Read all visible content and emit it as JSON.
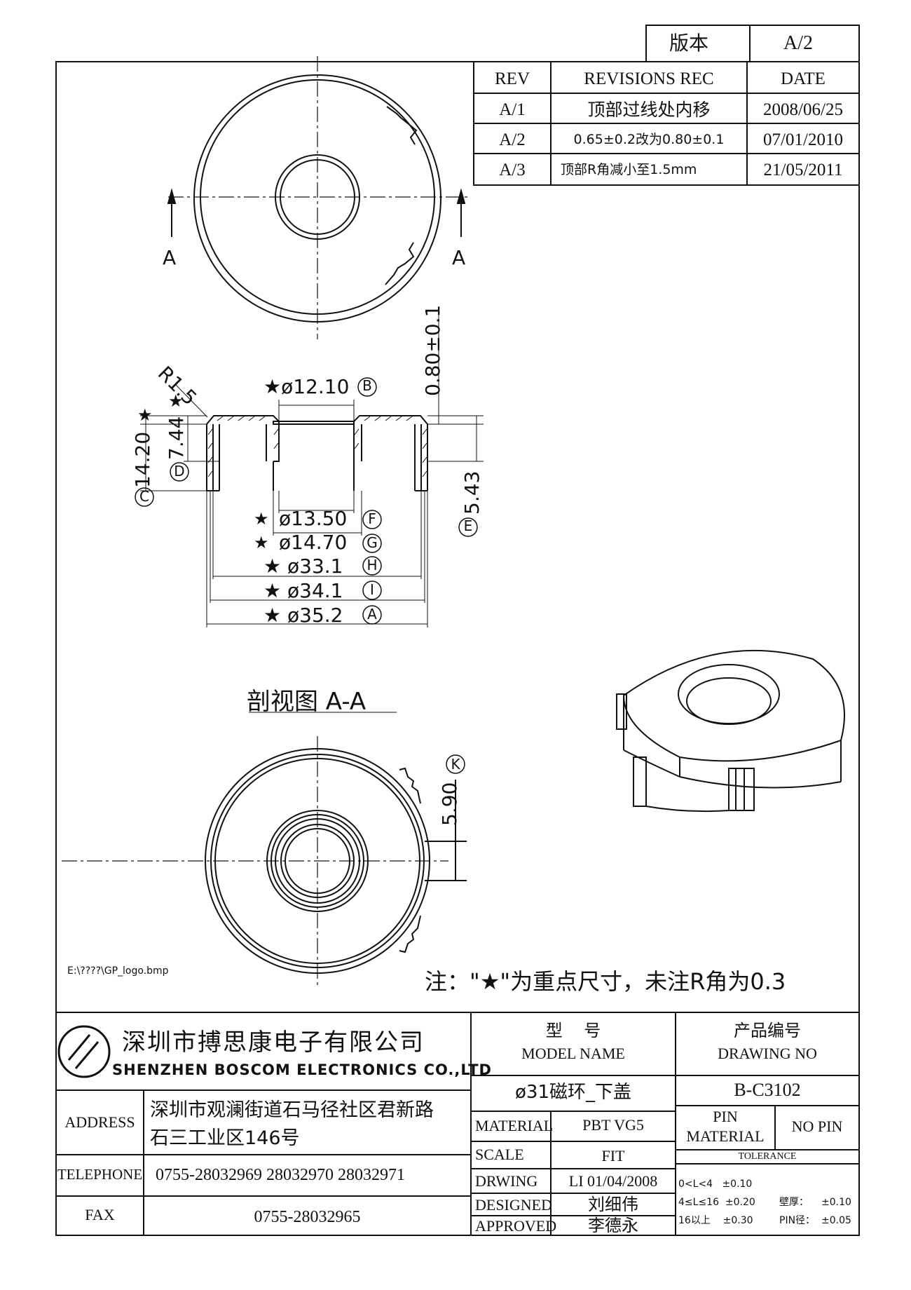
{
  "version_box": {
    "label": "版本",
    "value": "A/2"
  },
  "revisions": {
    "headers": [
      "REV",
      "REVISIONS REC",
      "DATE"
    ],
    "rows": [
      {
        "rev": "A/1",
        "rec": "顶部过线处内移",
        "date": "2008/06/25"
      },
      {
        "rev": "A/2",
        "rec": "0.65±0.2改为0.80±0.1",
        "date": "07/01/2010"
      },
      {
        "rev": "A/3",
        "rec": "顶部R角减小至1.5mm",
        "date": "21/05/2011"
      }
    ]
  },
  "top_view": {
    "section_mark_left": "A",
    "section_mark_right": "A"
  },
  "section_view": {
    "title": "剖视图 A-A",
    "dims": {
      "r15": "R1.5",
      "d1210": "★ø12.10",
      "d1210_tag": "B",
      "h080": "0.80±0.1",
      "h744": "7.44",
      "h744_tag": "D",
      "h1420": "14.20",
      "h1420_tag": "C",
      "h543": "5.43",
      "h543_tag": "E",
      "star": "★",
      "d1350": "ø13.50",
      "d1350_tag": "F",
      "d1470": "ø14.70",
      "d1470_tag": "G",
      "d331": "★ ø33.1",
      "d331_tag": "H",
      "d341": "★ ø34.1",
      "d341_tag": "I",
      "d352": "★ ø35.2",
      "d352_tag": "A"
    }
  },
  "bottom_view": {
    "dim_590": "5.90",
    "dim_590_tag": "K"
  },
  "logo_path": "E:\\????\\GP_logo.bmp",
  "note": "注：\"★\"为重点尺寸，未注R角为0.3",
  "title_block": {
    "company_cn": "深圳市搏思康电子有限公司",
    "company_en": "SHENZHEN BOSCOM ELECTRONICS CO.,LTD",
    "address_label": "ADDRESS",
    "address_line1": "深圳市观澜街道石马径社区君新路",
    "address_line2": "石三工业区146号",
    "telephone_label": "TELEPHONE",
    "telephone": "0755-28032969 28032970 28032971",
    "fax_label": "FAX",
    "fax": "0755-28032965",
    "model_label_cn": "型    号",
    "model_label_en": "MODEL NAME",
    "model_name": "ø31磁环_下盖",
    "drawing_label_cn": "产品编号",
    "drawing_label_en": "DRAWING NO",
    "drawing_no": "B-C3102",
    "material_label": "MATERIAL",
    "material": "PBT VG5",
    "scale_label": "SCALE",
    "scale": "FIT",
    "drwing_label": "DRWING",
    "drwing": "LI 01/04/2008",
    "designed_label": "DESIGNED",
    "designed": "刘细伟",
    "approved_label": "APPROVED",
    "approved": "李德永",
    "pin_material_label1": "PIN",
    "pin_material_label2": "MATERIAL",
    "pin_material": "NO PIN",
    "tolerance_label": "TOLERANCE",
    "tol1": "0<L<4   ±0.10",
    "tol2": "4≤L≤16  ±0.20",
    "tol3": "16以上    ±0.30",
    "wall_label": "壁厚：",
    "wall_tol": "±0.10",
    "pin_label": "PIN径：",
    "pin_tol": "±0.05"
  }
}
